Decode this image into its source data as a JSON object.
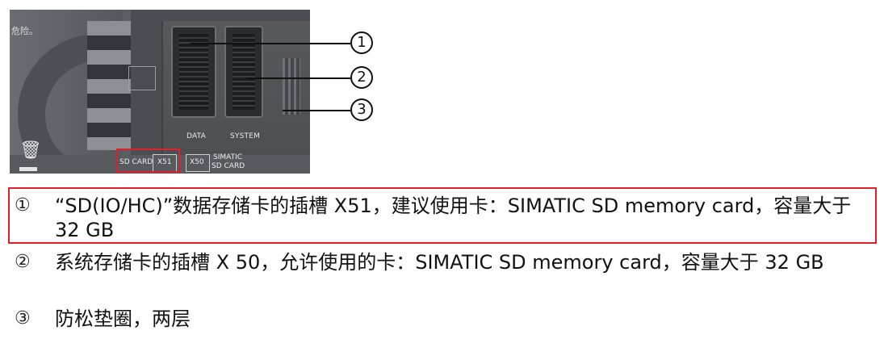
{
  "figure": {
    "top_left_text": "危险。",
    "slot_labels": {
      "data": "DATA",
      "system": "SYSTEM"
    },
    "card_labels": {
      "sd_card": "SD CARD",
      "x51": "X51",
      "x50": "X50",
      "simatic_line1": "SIMATIC",
      "simatic_line2": "SD CARD"
    },
    "icons": [
      "crossed-bin-icon",
      "sd-card-icon"
    ],
    "callouts": [
      "1",
      "2",
      "3"
    ]
  },
  "items": [
    {
      "num": "①",
      "text": "“SD(IO/HC)”数据存储卡的插槽 X51，建议使用卡：SIMATIC SD memory card，容量大于 32 GB",
      "highlighted": true
    },
    {
      "num": "②",
      "text": "系统存储卡的插槽 X 50，允许使用的卡：SIMATIC SD memory card，容量大于 32 GB",
      "highlighted": false
    },
    {
      "num": "③",
      "text": "防松垫圈，两层",
      "highlighted": false
    }
  ],
  "colors": {
    "highlight": "#d9222a"
  }
}
